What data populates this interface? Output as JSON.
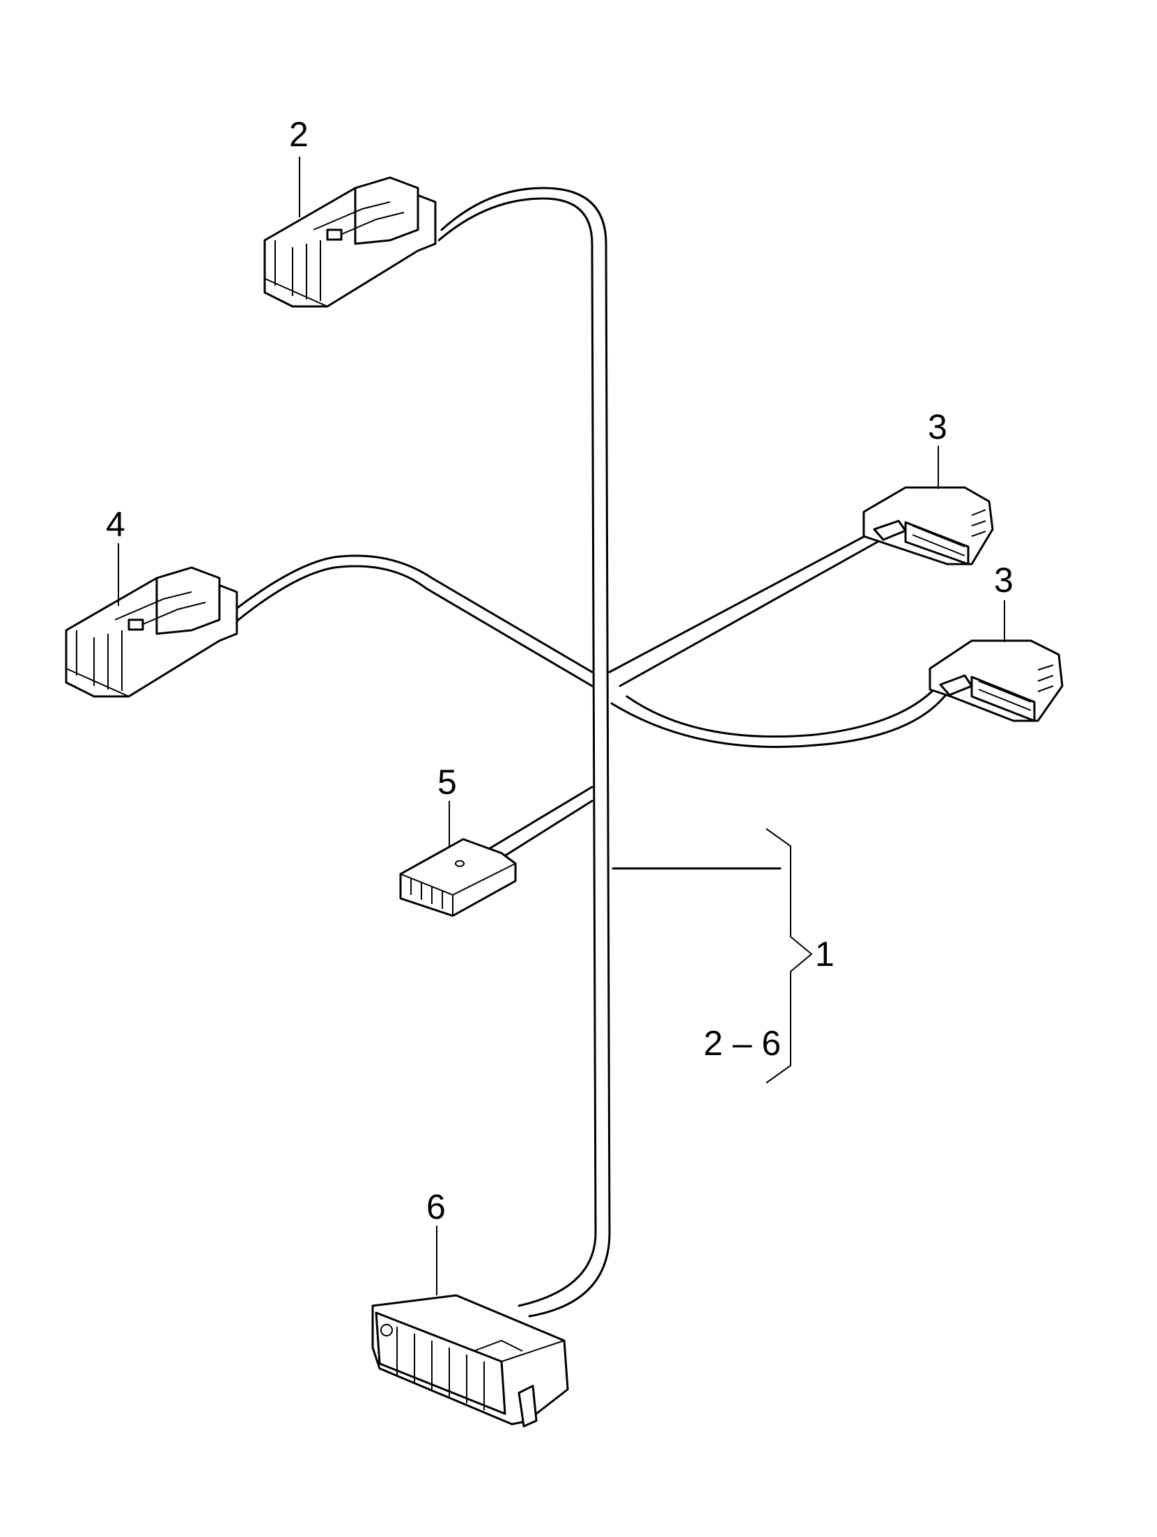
{
  "labels": {
    "l2": "2",
    "l3a": "3",
    "l3b": "3",
    "l4": "4",
    "l5": "5",
    "l6": "6",
    "l1": "1",
    "range": "2 – 6"
  },
  "colors": {
    "line": "#000000",
    "background": "#ffffff"
  }
}
